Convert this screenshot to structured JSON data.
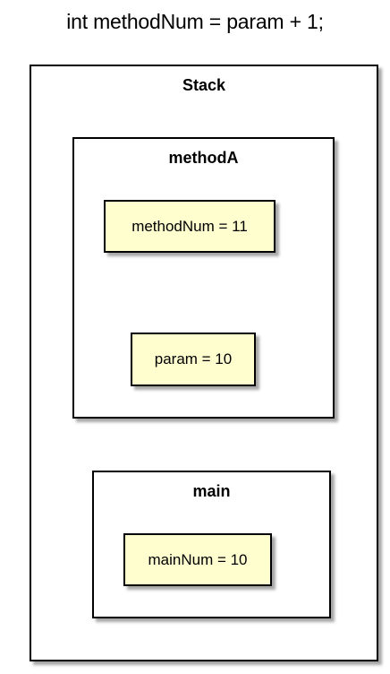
{
  "title": "int methodNum = param + 1;",
  "stack": {
    "label": "Stack",
    "frames": {
      "methodA": {
        "label": "methodA",
        "variables": [
          "methodNum = 11",
          "param = 10"
        ]
      },
      "main": {
        "label": "main",
        "variables": [
          "mainNum = 10"
        ]
      }
    }
  },
  "colors": {
    "variable_fill": "#fefece",
    "border": "#000000",
    "frame_fill": "#ffffff"
  }
}
